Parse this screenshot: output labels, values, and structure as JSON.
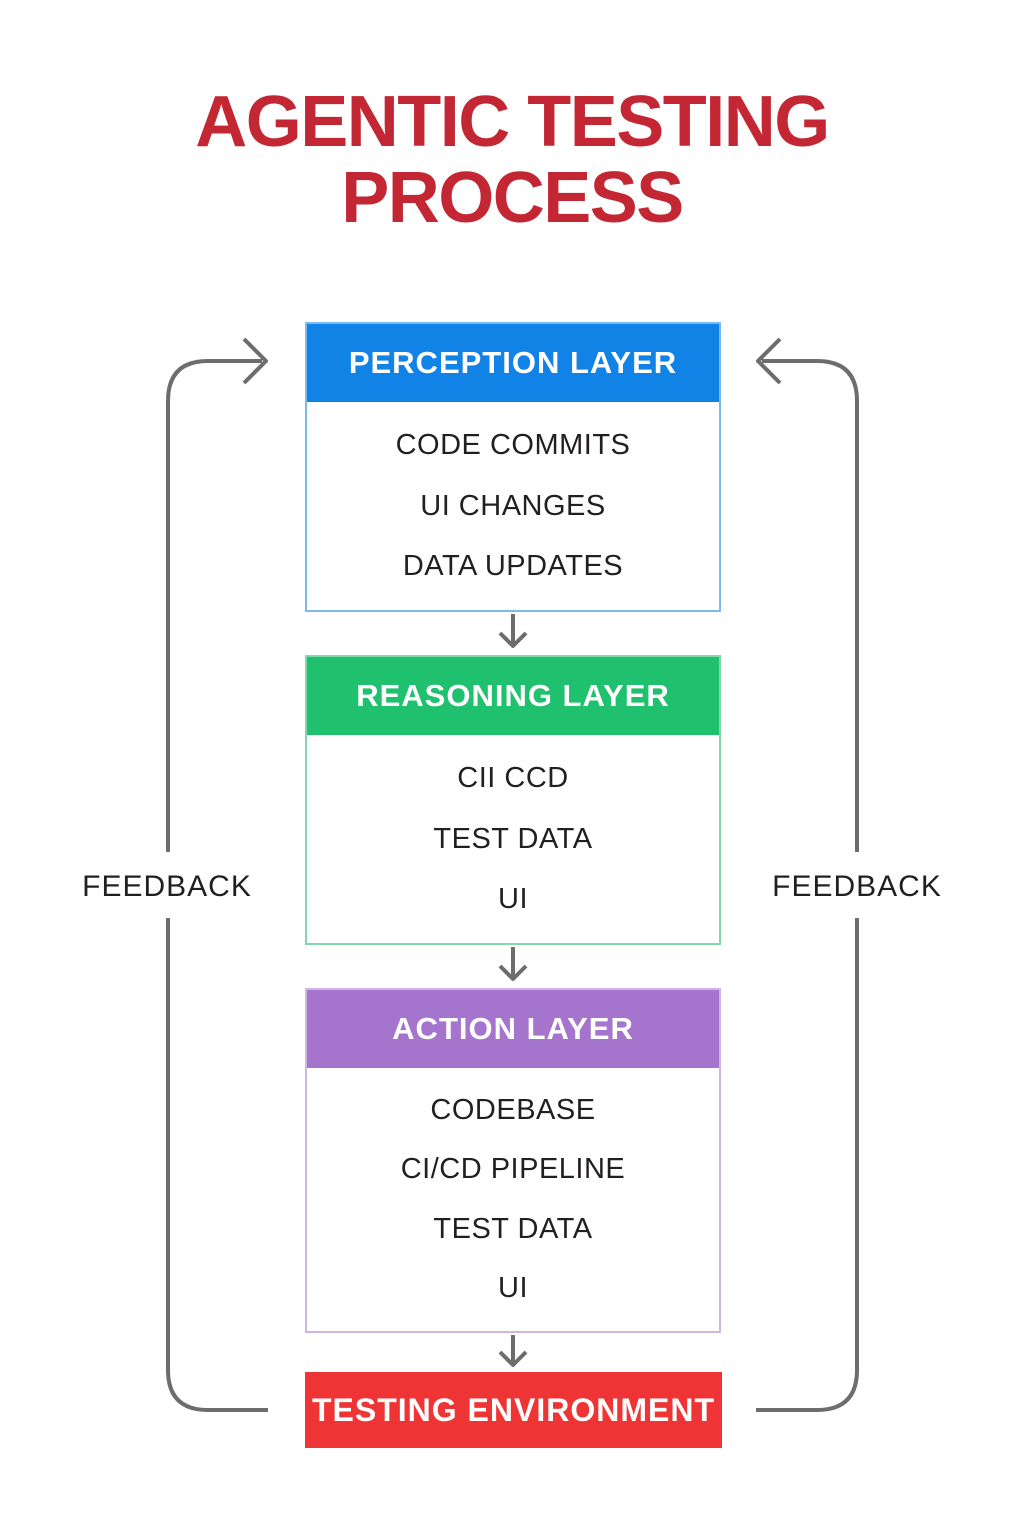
{
  "title": {
    "line1": "AGENTIC TESTING",
    "line2": "PROCESS"
  },
  "layers": [
    {
      "label": "PERCEPTION LAYER",
      "header_color": "#1283e6",
      "border_color": "#7db9ef",
      "items": [
        "CODE COMMITS",
        "UI CHANGES",
        "DATA UPDATES"
      ]
    },
    {
      "label": "REASONING LAYER",
      "header_color": "#1fc06e",
      "border_color": "#7fd9ab",
      "items": [
        "CII CCD",
        "TEST DATA",
        "UI"
      ]
    },
    {
      "label": "ACTION LAYER",
      "header_color": "#a574cd",
      "border_color": "#cfb4e6",
      "items": [
        "CODEBASE",
        "CI/CD PIPELINE",
        "TEST DATA",
        "UI"
      ]
    }
  ],
  "terminal": {
    "label": "TESTING ENVIRONMENT",
    "color": "#ee3434"
  },
  "feedback": {
    "left": "FEEDBACK",
    "right": "FEEDBACK"
  },
  "colors": {
    "title_text": "#c22733",
    "body_text": "#231f20",
    "connector_line": "#6d6d6d",
    "background": "#ffffff"
  }
}
